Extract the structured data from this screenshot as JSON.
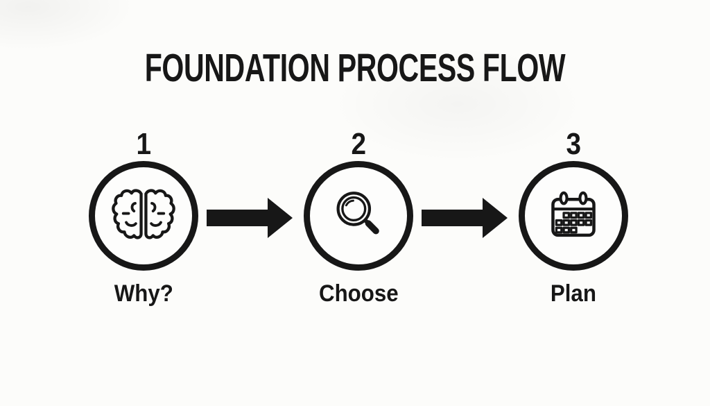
{
  "title": "FOUNDATION PROCESS FLOW",
  "colors": {
    "ink": "#171717",
    "background": "#fcfcfa"
  },
  "steps": [
    {
      "number": "1",
      "label": "Why?",
      "icon": "brain-icon"
    },
    {
      "number": "2",
      "label": "Choose",
      "icon": "magnifier-icon"
    },
    {
      "number": "3",
      "label": "Plan",
      "icon": "calendar-icon"
    }
  ],
  "connectors": [
    {
      "type": "arrow-right"
    },
    {
      "type": "arrow-right"
    }
  ]
}
